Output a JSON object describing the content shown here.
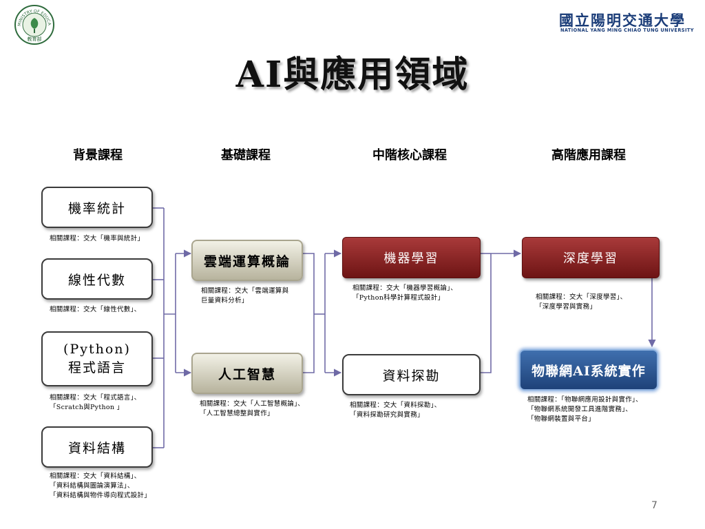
{
  "header": {
    "logo_text": "MINISTRY OF EDUCATION",
    "logo_chars": "教育部",
    "university_name": "國立陽明交通大學",
    "university_name_en": "NATIONAL YANG MING CHIAO TUNG UNIVERSITY"
  },
  "title": "AI與應用領域",
  "columns": [
    "背景課程",
    "基礎課程",
    "中階核心課程",
    "高階應用課程"
  ],
  "background": [
    {
      "label": "機率統計",
      "note": [
        "相關課程：交大「機率與統計」"
      ]
    },
    {
      "label": "線性代數",
      "note": [
        "相關課程：交大「線性代數」、"
      ]
    },
    {
      "label": [
        "(Python)",
        "程式語言"
      ],
      "note": [
        "相關課程：交大「程式語言」、",
        "「Scratch與Python 」"
      ]
    },
    {
      "label": "資料結構",
      "note": [
        "相關課程：交大「資料結構」、",
        "「資料結構與圖論演算法」、",
        "「資料結構與物件導向程式設計」"
      ]
    }
  ],
  "basic": [
    {
      "label": "雲端運算概論",
      "note": [
        "相關課程：交大「雲端運算與",
        "巨量資料分析」"
      ]
    },
    {
      "label": "人工智慧",
      "note": [
        "相關課程：交大「人工智慧概論」、",
        "「人工智慧總整與實作」"
      ]
    }
  ],
  "intermediate": [
    {
      "label": "機器學習",
      "note": [
        "相關課程：交大「機器學習概論」、",
        "「Python科學計算程式設計」"
      ]
    },
    {
      "label": "資料探勘",
      "note": [
        "相關課程：交大「資料探勘」、",
        "「資料探勘研究與實務」"
      ]
    }
  ],
  "advanced": [
    {
      "label": "深度學習",
      "note": [
        "相關課程：交大「深度學習」、",
        "「深度學習與實務」"
      ]
    },
    {
      "label": "物聯網AI系統實作",
      "note": [
        "相關課程：「物聯網應用設計與實作」、",
        "「物聯網系統開發工具進階實務」、",
        "「物聯網裝置與平台」"
      ]
    }
  ],
  "page_number": "7",
  "colors": {
    "dark_red": "#7a1a1a",
    "blue": "#2a5595",
    "connector": "#6f6aa6",
    "brand_blue": "#1a3c78"
  }
}
